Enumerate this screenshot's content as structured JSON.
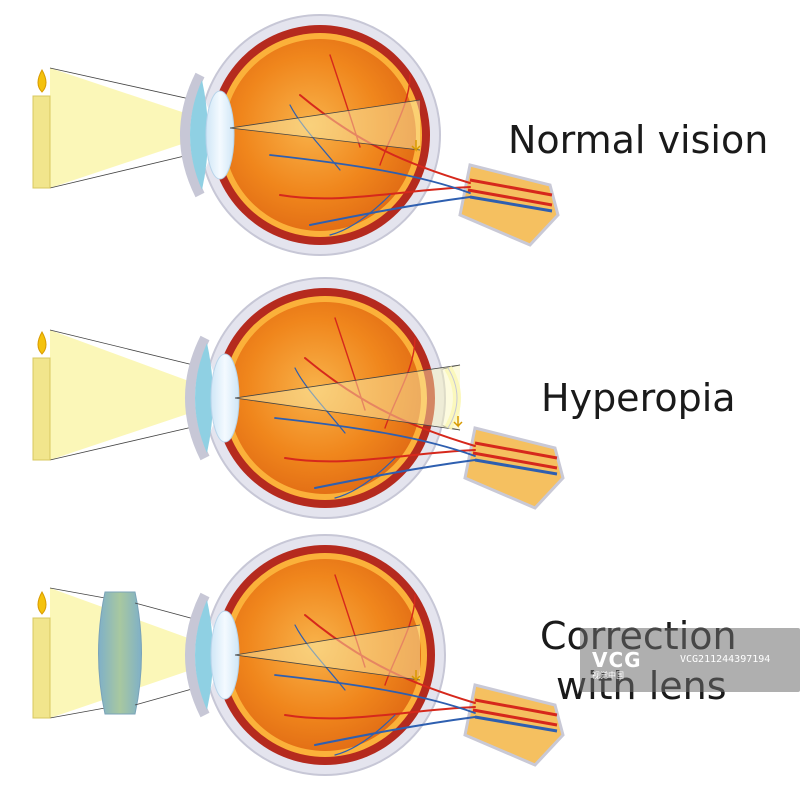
{
  "labels": {
    "normal": "Normal vision",
    "hyperopia": "Hyperopia",
    "correction_line1": "Correction",
    "correction_line2": "with lens"
  },
  "watermark": {
    "logo": "VCG",
    "sub": "视觉中国",
    "code": "VCG211244397194"
  },
  "colors": {
    "light_beam": "#fbf7b8",
    "candle": "#f1e58c",
    "flame": "#f4c20d",
    "sclera": "#dcdce8",
    "choroid": "#b52a1e",
    "vitreous": "#f08a1c",
    "retina_band": "#fbb13a",
    "cornea": "#8fd0e3",
    "lens": "#e8f3fb",
    "artery": "#d6281c",
    "vein": "#2e5fb0",
    "corrective_lens": "#9cc4b8"
  }
}
